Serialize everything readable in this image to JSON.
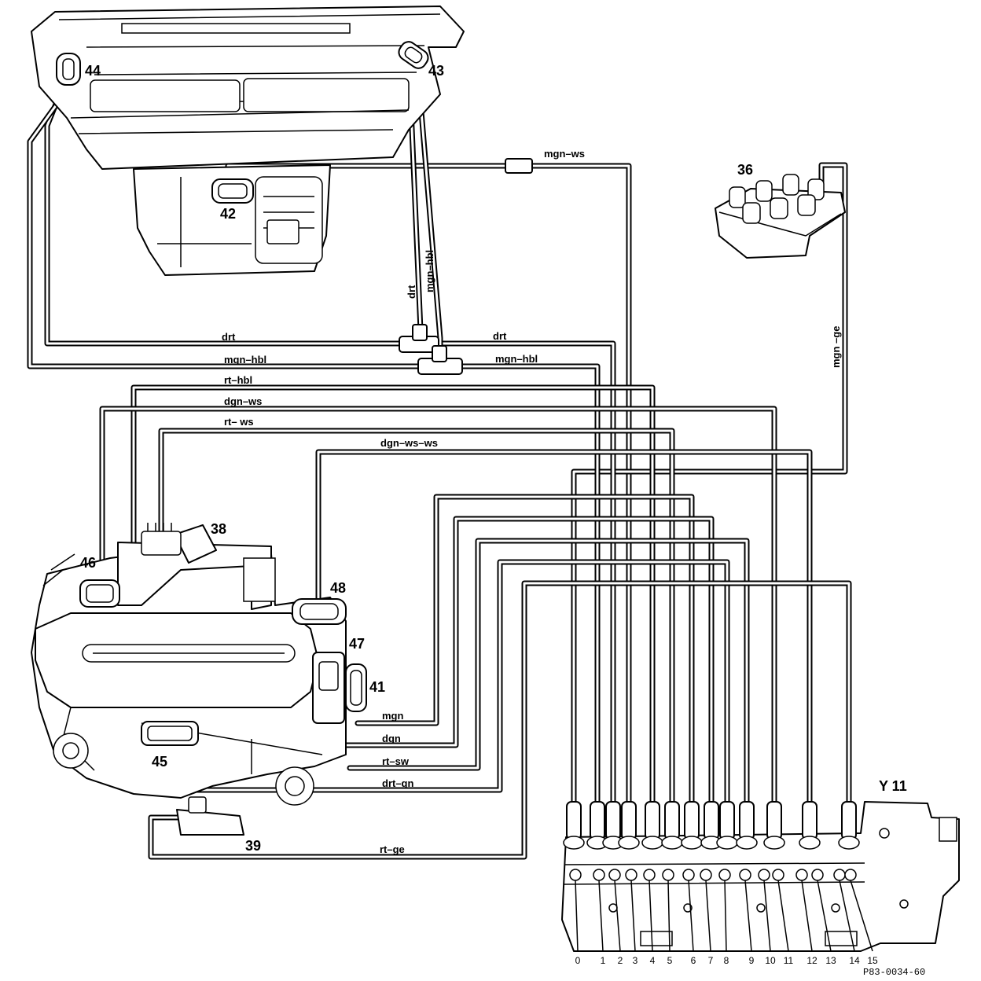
{
  "components": {
    "c36": "36",
    "c38": "38",
    "c39": "39",
    "c41": "41",
    "c42": "42",
    "c43": "43",
    "c44": "44",
    "c45": "45",
    "c46": "46",
    "c47": "47",
    "c48": "48",
    "y11": "Y 11"
  },
  "hoses": {
    "mgn_ws": "mgn–ws",
    "mgn_ge": "mgn –ge",
    "drt_vertical": "drt",
    "mgn_hbl_vertical": "mgn–hbl",
    "drt_left": "drt",
    "drt_right": "drt",
    "mgn_hbl_left": "mgn–hbl",
    "mgn_hbl_right": "mgn–hbl",
    "rt_hbl": "rt–hbl",
    "dgn_ws": "dgn–ws",
    "rt_ws": "rt– ws",
    "dgn_ws_ws": "dgn–ws–ws",
    "mgn": "mgn",
    "dgn": "dgn",
    "rt_sw": "rt–sw",
    "drt_gn": "drt–gn",
    "rt_ge": "rt–ge"
  },
  "ports": [
    "0",
    "1",
    "2",
    "3",
    "4",
    "5",
    "6",
    "7",
    "8",
    "9",
    "10",
    "11",
    "12",
    "13",
    "14",
    "15"
  ],
  "reference": "P83-0034-60"
}
